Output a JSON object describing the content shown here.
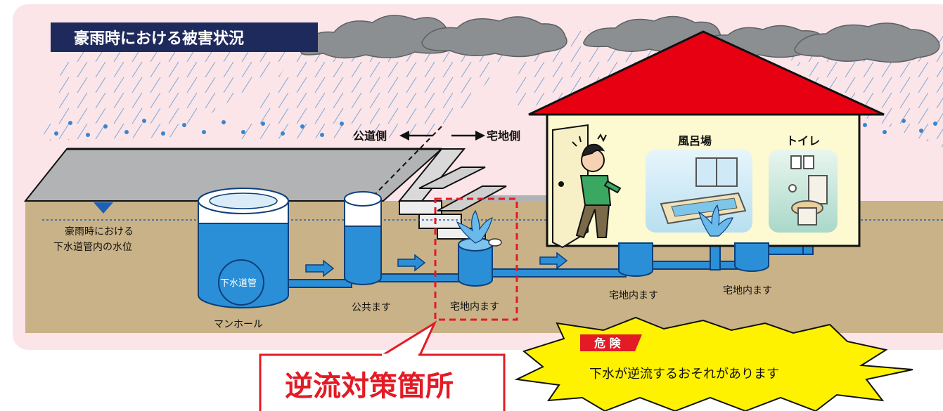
{
  "title": "豪雨時における被害状況",
  "labels": {
    "road_side": "公道側",
    "property_side": "宅地側",
    "water_level": [
      "豪雨時における",
      "下水道管内の水位"
    ],
    "sewer_pipe": "下水道管",
    "manhole": "マンホール",
    "public_basin": "公共ます",
    "private_basin_1": "宅地内ます",
    "private_basin_2": "宅地内ます",
    "private_basin_3": "宅地内ます",
    "bathroom": "風呂場",
    "toilet": "トイレ"
  },
  "callout": {
    "text": "逆流対策箇所"
  },
  "warning": {
    "badge": "危 険",
    "text": "下水が逆流するおそれがあります"
  },
  "colors": {
    "panel_bg": "#fbe5e8",
    "title_bg": "#1f2a5c",
    "ground": "#c9b287",
    "roof": "#e60012",
    "wall": "#fdf9d0",
    "water": "#1f8fdc",
    "cloud": "#8c8f92",
    "warning_fill": "#fff200",
    "danger_red": "#e21b25"
  }
}
